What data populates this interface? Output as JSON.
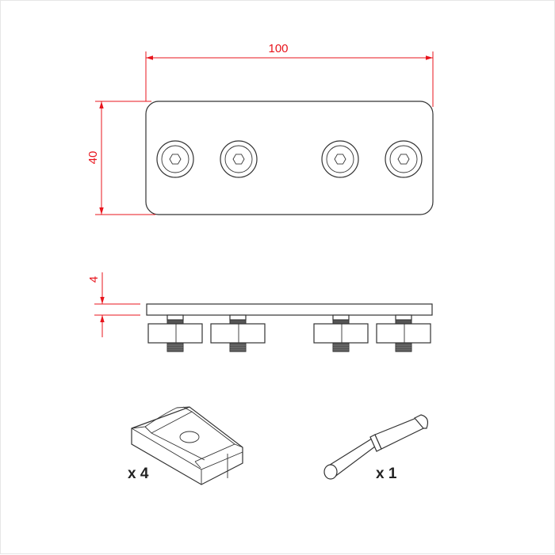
{
  "dimensions": {
    "length": "100",
    "width": "40",
    "thickness": "4"
  },
  "parts": [
    {
      "name": "slot-nut",
      "quantity_label": "x 4"
    },
    {
      "name": "pin",
      "quantity_label": "x 1"
    }
  ],
  "colors": {
    "dimension": "#e8141c",
    "outline": "#333333",
    "thread": "#555555"
  }
}
